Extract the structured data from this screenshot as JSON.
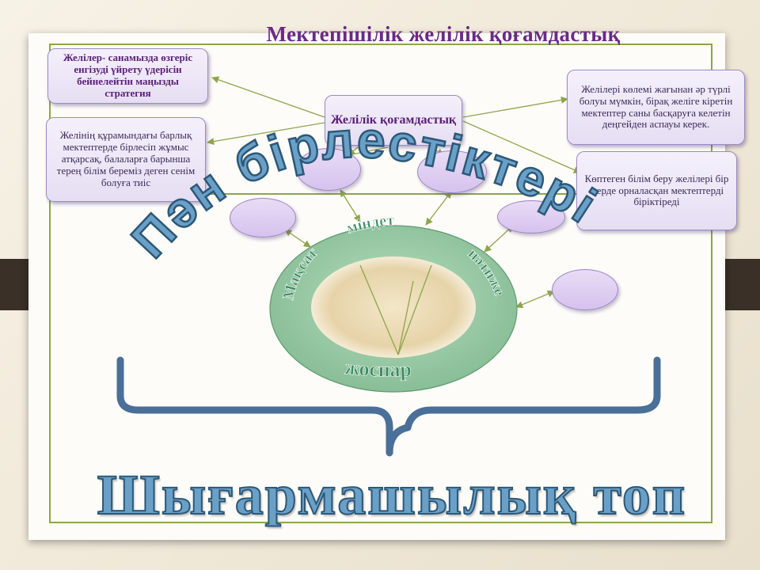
{
  "slide": {
    "title": "Мектепішілік желілік қоғамдастық",
    "center_box": "Желілік қоғамдастық",
    "boxes": [
      "Желілер- санамызда өзгеріс енгізуді үйрету үдерісін бейнелейтін маңызды стратегия",
      "Желінің құрамындағы барлық мектептерде бірлесіп жұмыс атқарсақ, балаларға барынша терең білім береміз деген сенім болуға тиіс",
      "Желілері көлемі жағынан әр түрлі болуы мүмкін, бірақ желіге кіретін мектептер саны басқаруға келетін деңгейден аспауы керек.",
      "Көптеген білім беру желілері бір жерде орналасқан мектептерді біріктіреді"
    ],
    "arc_text": "Пән бірлестіктері",
    "ring_words": {
      "top": "міндет",
      "left": "Мақсат",
      "right": "нәтиже",
      "bottom": "жоспар"
    },
    "bottom_text": "Шығармашылық топ"
  },
  "colors": {
    "title": "#6a2a86",
    "frame": "#8ea44c",
    "arrow": "#8ea44c",
    "ring": "#8fc49e",
    "wordart_fill": "#6aa0c8",
    "wordart_stroke": "#2c5877",
    "brace": "#4a6f98"
  }
}
